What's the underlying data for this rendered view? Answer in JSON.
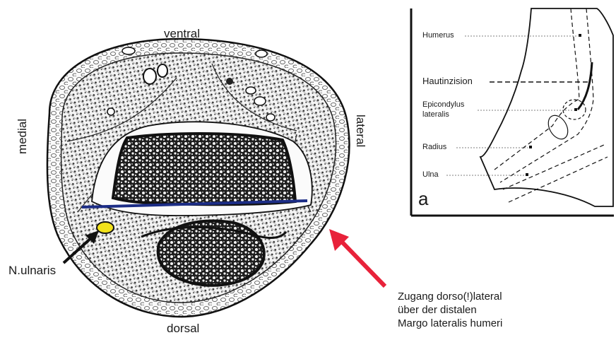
{
  "cross_section": {
    "label_ventral": "ventral",
    "label_dorsal": "dorsal",
    "label_medial": "medial",
    "label_lateral": "lateral",
    "nerve_label": "N.ulnaris",
    "nerve_color": "#f2e21a",
    "incision_line_color": "#1c2d86",
    "arrow_color": "#e8223a",
    "approach_lines": [
      "Zugang dorso(!)lateral",
      "über der distalen",
      "Margo lateralis humeri"
    ]
  },
  "inset": {
    "panel_letter": "a",
    "labels": {
      "humerus": "Humerus",
      "hautinzision": "Hautinzision",
      "epicondylus_line1": "Epicondylus",
      "epicondylus_line2": "lateralis",
      "radius": "Radius",
      "ulna": "Ulna"
    }
  }
}
